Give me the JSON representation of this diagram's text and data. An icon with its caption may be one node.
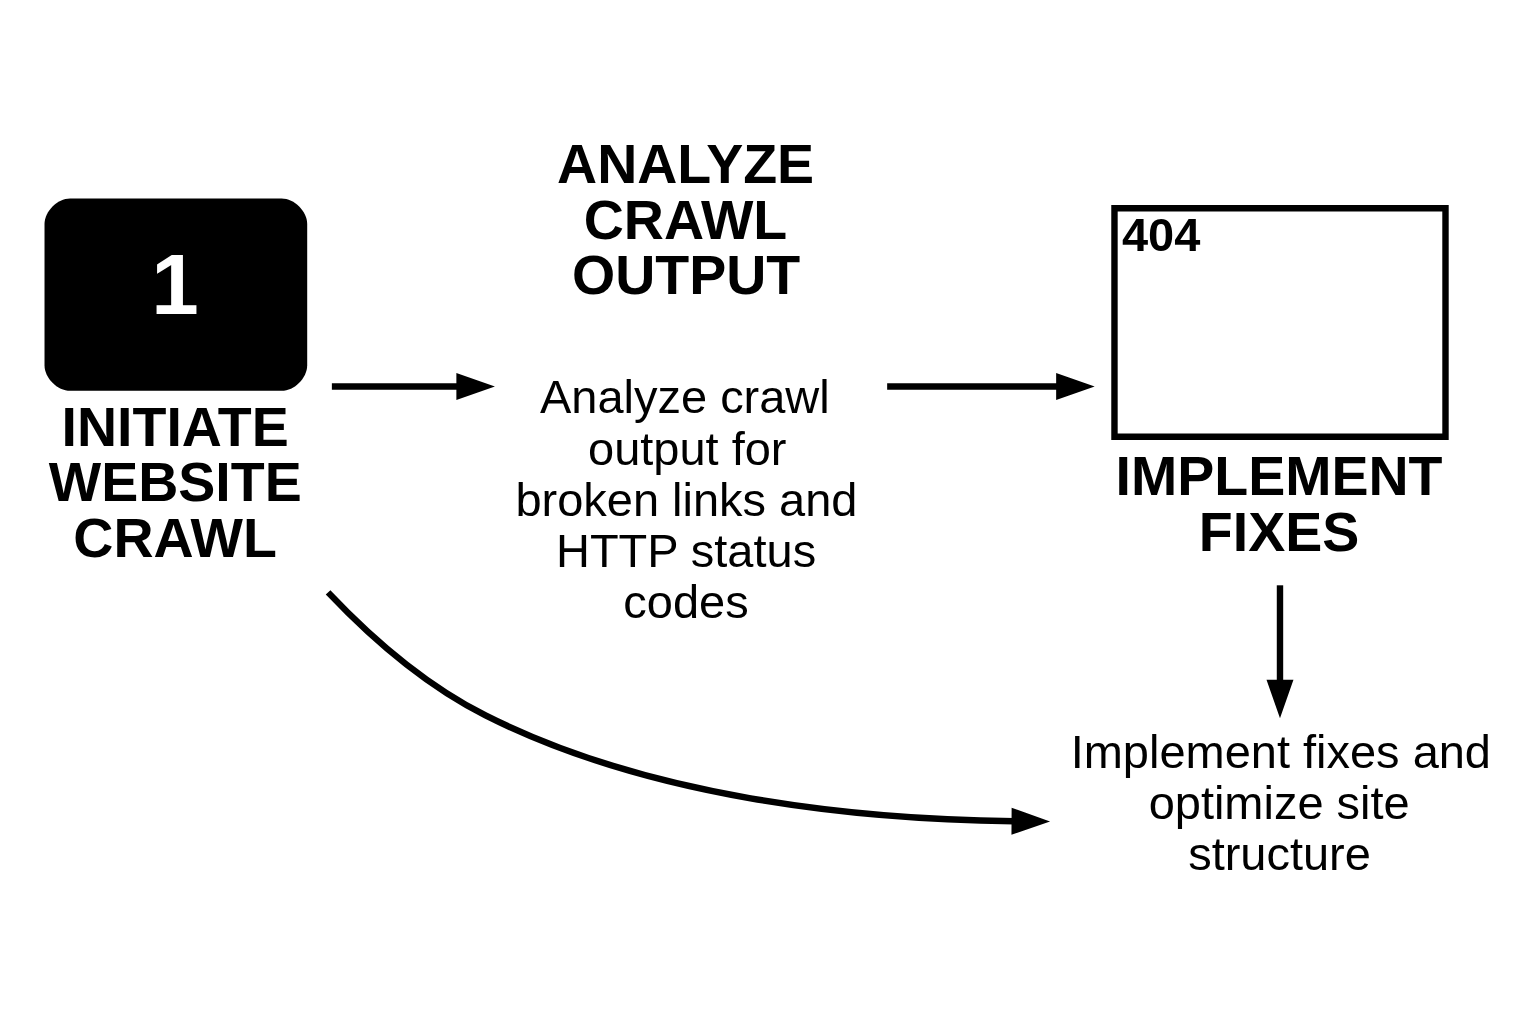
{
  "diagram": {
    "nodes": [
      {
        "text": [
          "1",
          "INITIATE WEBSITE CRAWL"
        ]
      },
      {
        "text": [
          "ANALYZE CRAWL OUTPUT"
        ],
        "beside": [
          "Analyze crawl output for broken links and HTTP status codes"
        ]
      },
      {
        "text": [
          "404",
          "IMPLEMENT FIXES"
        ]
      },
      {
        "text": [
          "Implement fixes and optimize site structure"
        ]
      }
    ],
    "edges": [
      {
        "from": 0,
        "to": 1,
        "arrow": "to"
      },
      {
        "from": 1,
        "to": 2,
        "arrow": "to"
      },
      {
        "from": 2,
        "to": 3,
        "arrow": "to"
      },
      {
        "from": 0,
        "to": 3,
        "arrow": "to"
      }
    ]
  }
}
